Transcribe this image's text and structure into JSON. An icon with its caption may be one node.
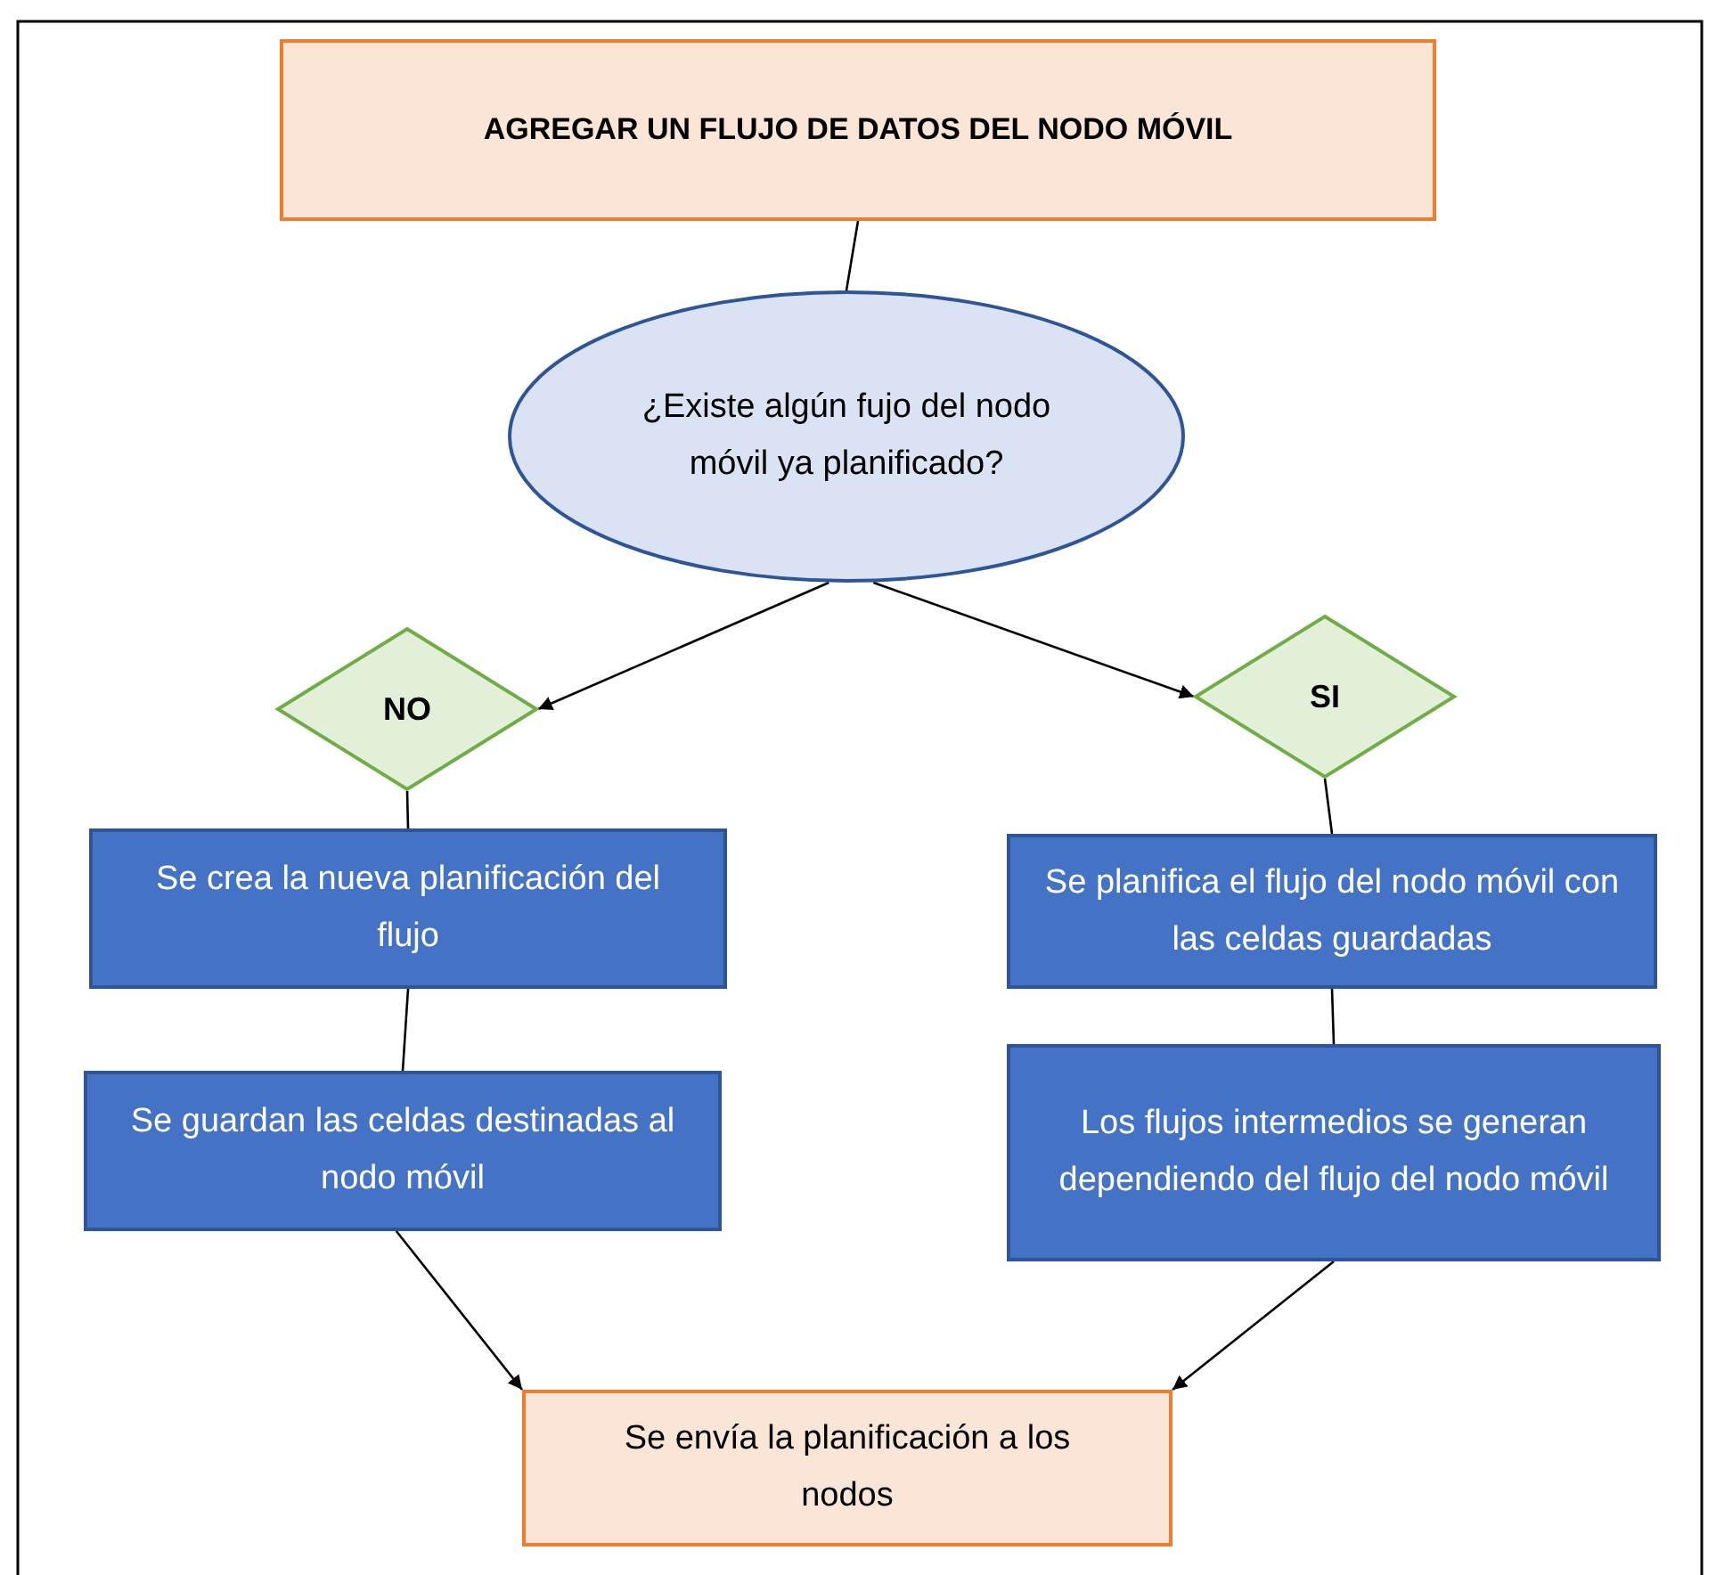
{
  "diagram": {
    "nodes": [
      {
        "text": [
          "AGREGAR UN FLUJO DE DATOS DEL NODO MÓVIL"
        ]
      },
      {
        "text": [
          "¿Existe algún fujo del nodo móvil ya planificado?"
        ]
      },
      {
        "text": [
          "NO"
        ]
      },
      {
        "text": [
          "SI"
        ]
      },
      {
        "text": [
          "Se crea la nueva planificación del flujo"
        ]
      },
      {
        "text": [
          "Se guardan las celdas destinadas al nodo móvil"
        ]
      },
      {
        "text": [
          "Se planifica el flujo del nodo móvil con las celdas guardadas"
        ]
      },
      {
        "text": [
          "Los flujos intermedios se generan dependiendo del flujo del nodo móvil"
        ]
      },
      {
        "text": [
          "Se envía la planificación a los nodos"
        ]
      }
    ],
    "edges": [
      {
        "from": 0,
        "to": 1,
        "arrow": "none"
      },
      {
        "from": 1,
        "to": 2,
        "arrow": "to"
      },
      {
        "from": 1,
        "to": 3,
        "arrow": "to"
      },
      {
        "from": 2,
        "to": 4,
        "arrow": "none"
      },
      {
        "from": 3,
        "to": 6,
        "arrow": "none"
      },
      {
        "from": 4,
        "to": 5,
        "arrow": "none"
      },
      {
        "from": 6,
        "to": 7,
        "arrow": "none"
      },
      {
        "from": 5,
        "to": 8,
        "arrow": "to"
      },
      {
        "from": 7,
        "to": 8,
        "arrow": "to"
      }
    ]
  }
}
